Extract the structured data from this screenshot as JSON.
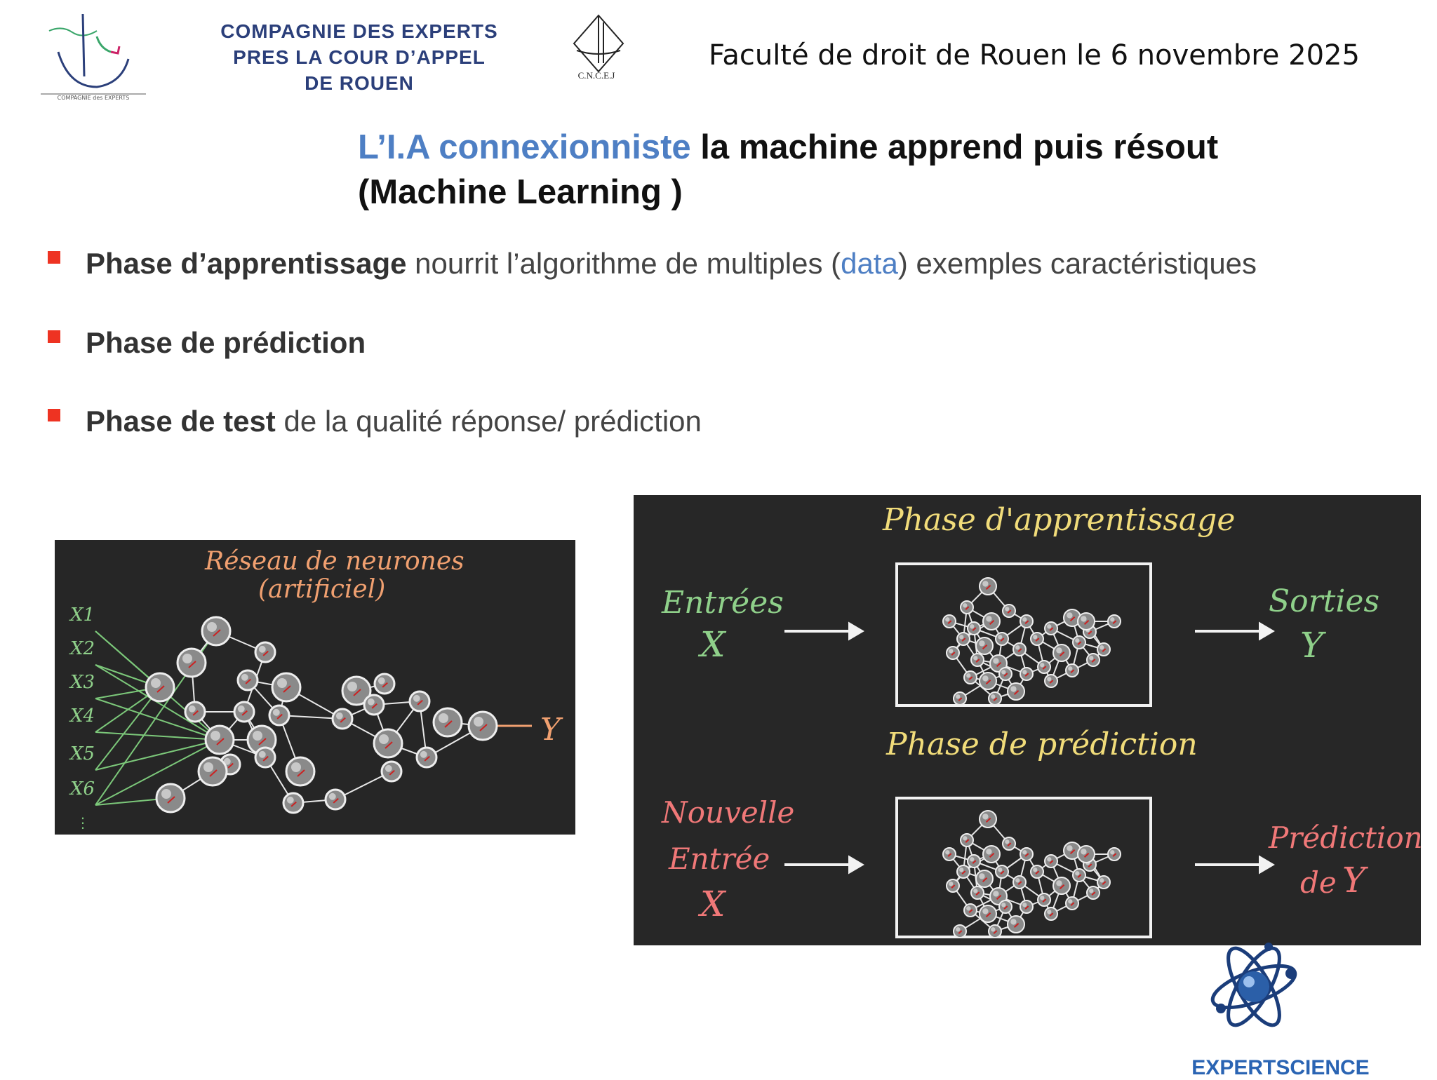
{
  "header": {
    "company_line1": "COMPAGNIE DES EXPERTS",
    "company_line2": "PRES LA COUR D’APPEL",
    "company_line3": "DE ROUEN",
    "left_logo_caption": "COMPAGNIE des EXPERTS",
    "cncej": "C.N.C.E.J",
    "event": "Faculté de droit de Rouen le 6 novembre 2025"
  },
  "title": {
    "highlight": "L’I.A connexionniste",
    "rest": " la machine apprend puis résout",
    "line2": "(Machine Learning )"
  },
  "bullets": [
    {
      "bold": "Phase d’apprentissage",
      "pre": " nourrit l’algorithme de multiples (",
      "data_word": "data",
      "post": ") exemples caractéristiques"
    },
    {
      "bold": "Phase de prédiction",
      "pre": "",
      "data_word": "",
      "post": ""
    },
    {
      "bold": "Phase de test",
      "pre": " de la qualité réponse/ prédiction",
      "data_word": "",
      "post": ""
    }
  ],
  "network_image": {
    "title_line1": "Réseau de neurones",
    "title_line2": "(artificiel)",
    "inputs": [
      "X1",
      "X2",
      "X3",
      "X4",
      "X5",
      "X6"
    ],
    "output": "Y"
  },
  "phases_image": {
    "phase1_title": "Phase d'apprentissage",
    "inputs_label": "Entrées",
    "inputs_var": "X",
    "outputs_label": "Sorties",
    "outputs_var": "Y",
    "phase2_title": "Phase de prédiction",
    "new_input_l1": "Nouvelle",
    "new_input_l2": "Entrée",
    "new_input_var": "X",
    "prediction_l1": "Prédiction",
    "prediction_l2": "de",
    "prediction_var": "Y"
  },
  "footer": {
    "brand": "EXPERTSCIENCE"
  },
  "colors": {
    "accent_blue": "#4e7fc4",
    "bullet_red": "#ee3322",
    "brand_navy": "#2b3f7a",
    "chalk_green": "#8fd08a",
    "chalk_orange": "#f0a070",
    "chalk_yellow": "#f1dc7a",
    "chalk_pink": "#f07878"
  }
}
